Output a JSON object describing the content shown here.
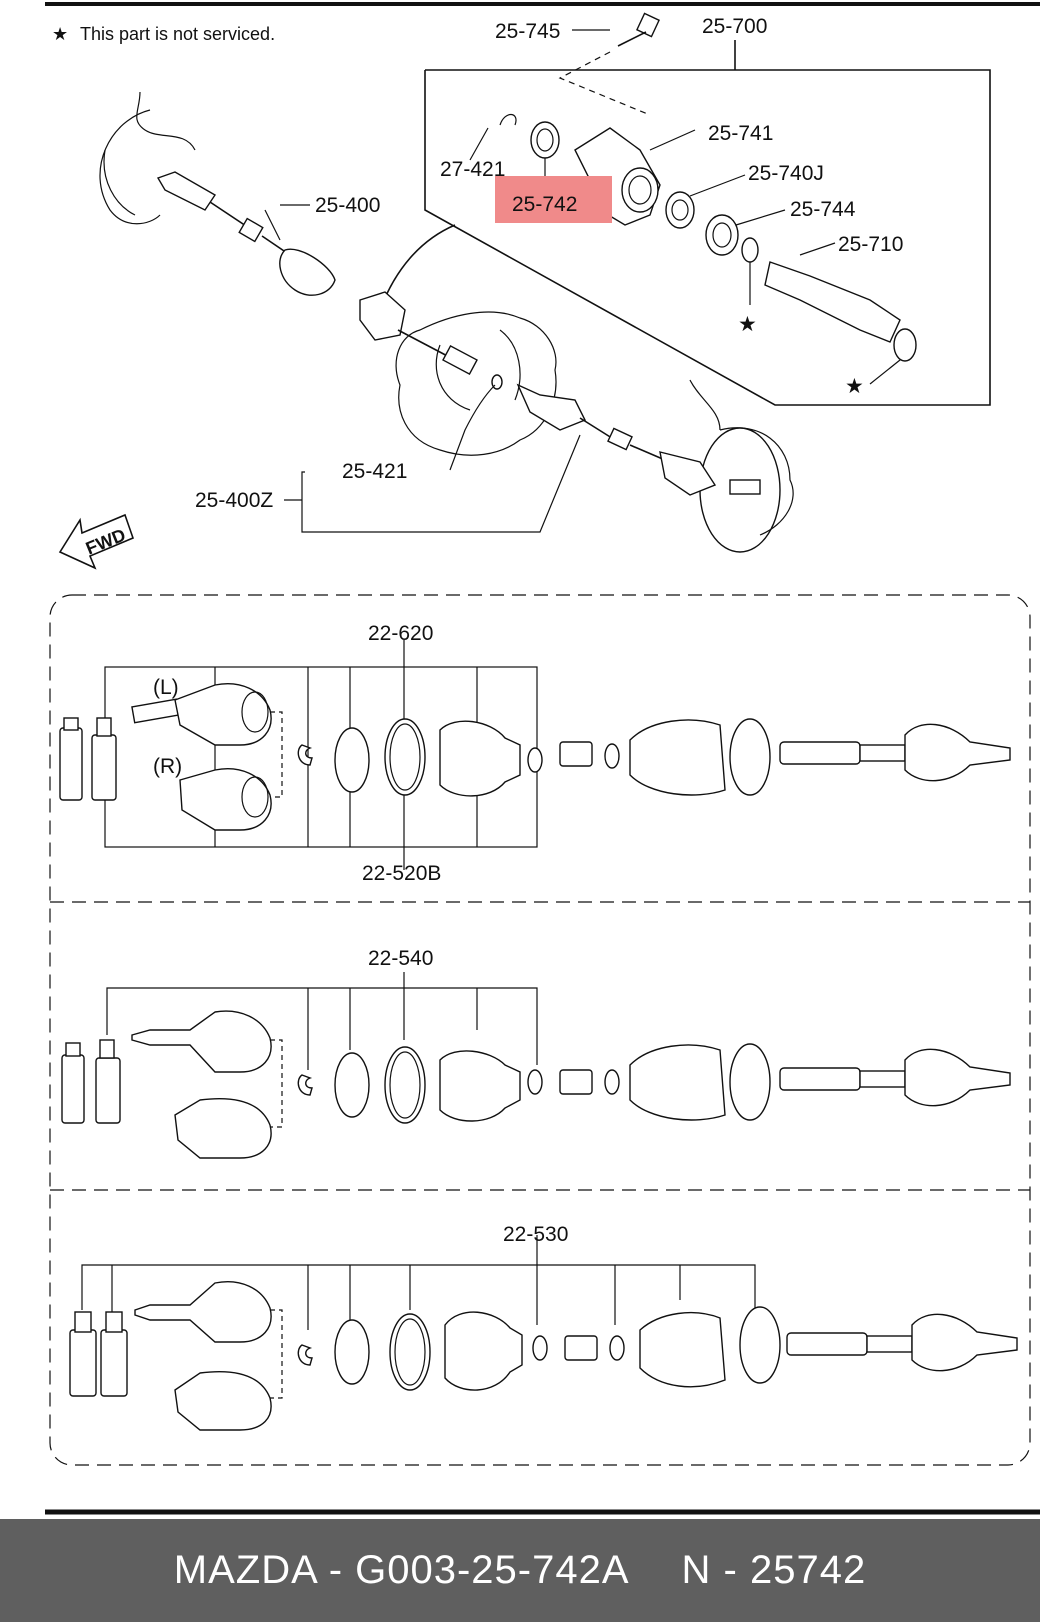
{
  "note": {
    "star": "★",
    "text": "This part is not serviced."
  },
  "direction_badge": "FWD",
  "callouts": {
    "bolt": "25-745",
    "assembly": "25-700",
    "bracket": "25-741",
    "snap_ring_upper": "27-421",
    "seal_highlighted": "25-742",
    "bearing": "25-740J",
    "seal": "25-744",
    "shaft": "25-710",
    "left_shaft": "25-400",
    "clip": "25-421",
    "right_shaft": "25-400Z",
    "boot_kit_1_top": "22-620",
    "boot_kit_1_bottom": "22-520B",
    "boot_kit_2": "22-540",
    "boot_kit_3": "22-530",
    "side_left": "(L)",
    "side_right": "(R)"
  },
  "stars": [
    "★",
    "★"
  ],
  "highlight_color": "#f08a8a",
  "footer": {
    "brand_part": "MAZDA - G003-25-742A",
    "number": "N - 25742",
    "background": "#5f5f5f"
  }
}
